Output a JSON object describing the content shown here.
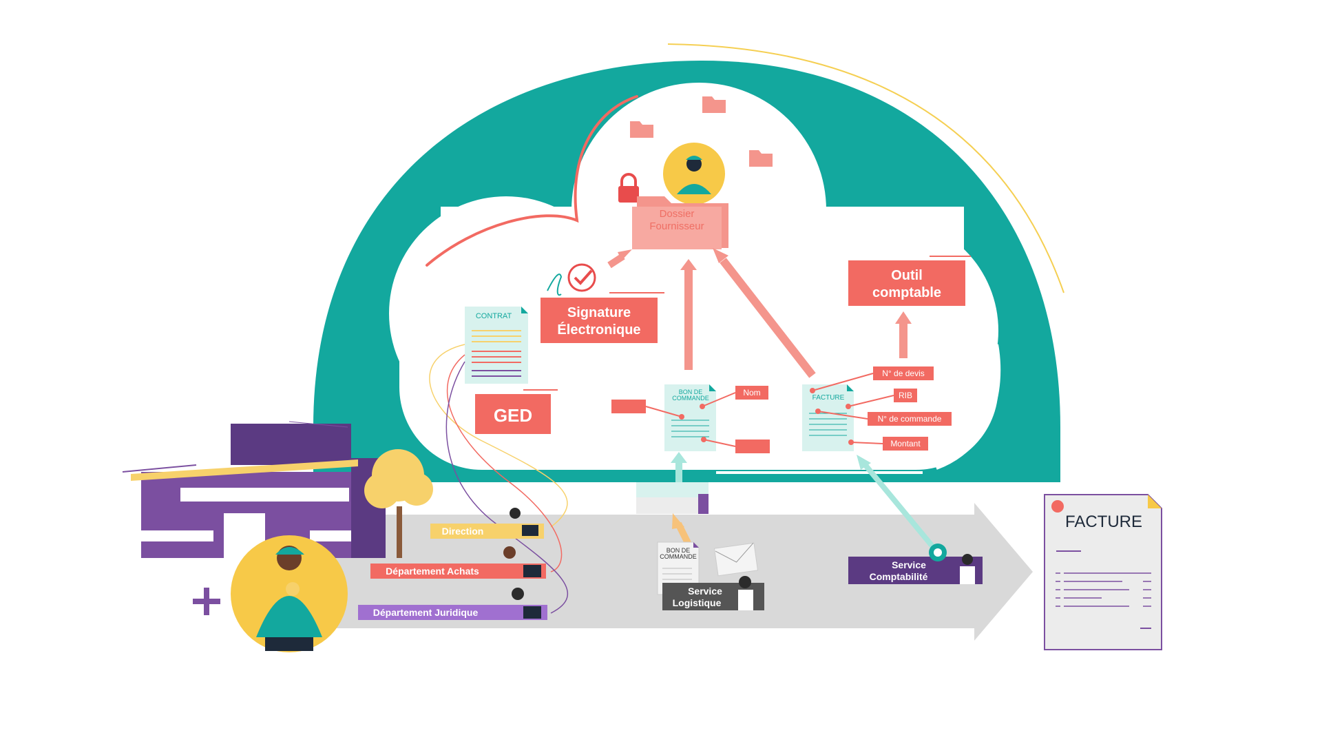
{
  "cloud": {
    "folder": {
      "line1": "Dossier",
      "line2": "Fournisseur"
    },
    "signature": {
      "line1": "Signature",
      "line2": "Électronique"
    },
    "outil": {
      "line1": "Outil",
      "line2": "comptable"
    },
    "ged": "GED",
    "contrat": "CONTRAT",
    "bon_commande": {
      "line1": "BON DE",
      "line2": "COMMANDE"
    },
    "facture_small": "FACTURE",
    "nom_tag": "Nom",
    "facture_tags": [
      "N° de devis",
      "RIB",
      "N° de commande",
      "Montant"
    ]
  },
  "flow": {
    "direction": "Direction",
    "achats": "Département Achats",
    "juridique": "Département Juridique",
    "logistique": {
      "line1": "Service",
      "line2": "Logistique"
    },
    "comptabilite": {
      "line1": "Service",
      "line2": "Comptabilité"
    },
    "bon_commande_paper": {
      "line1": "BON DE",
      "line2": "COMMANDE"
    }
  },
  "facture_doc": {
    "title": "FACTURE"
  },
  "colors": {
    "teal": "#13a89e",
    "coral": "#f26a62",
    "salmon": "#f4958c",
    "purple": "#7b4fa0",
    "dark_purple": "#5b3a82",
    "yellow": "#f7d16b",
    "grey_arrow": "#d9d9d9",
    "mint": "#d8f2ee"
  },
  "icons": [
    "lock-icon",
    "folder-icon",
    "signature-check-icon",
    "lightning-badge-icon",
    "plus-icon",
    "envelope-icon",
    "scanner-icon"
  ]
}
